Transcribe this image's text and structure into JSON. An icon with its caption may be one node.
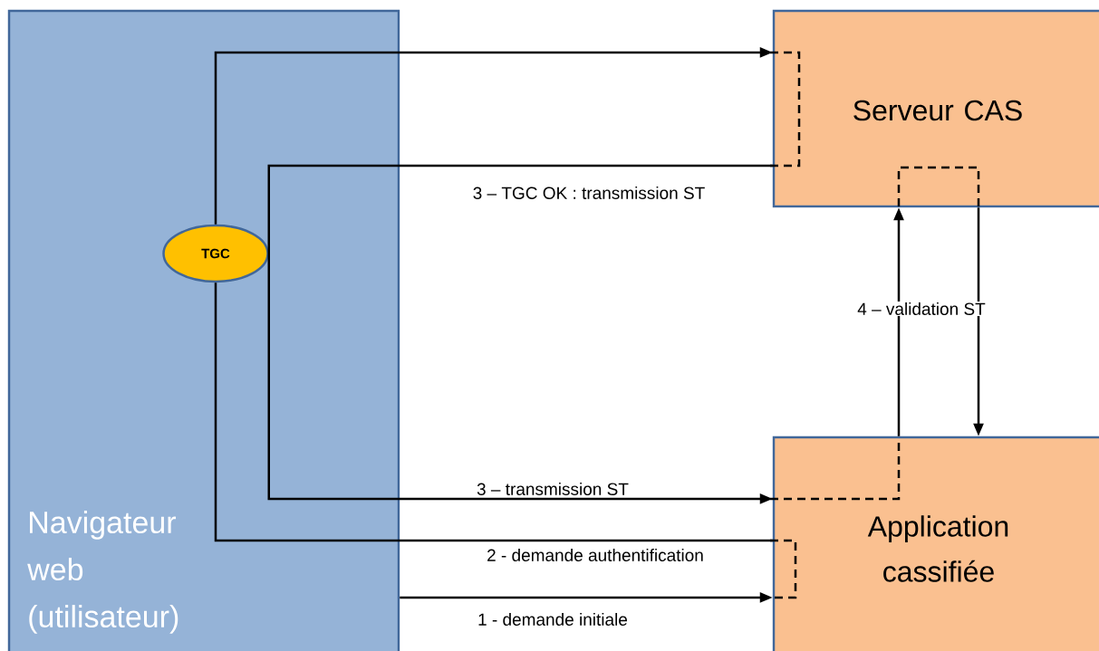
{
  "diagram": {
    "nodes": [
      {
        "text": [
          "Navigateur web (utilisateur)"
        ]
      },
      {
        "text": [
          "TGC"
        ],
        "in": 0
      },
      {
        "text": [
          "Serveur CAS"
        ]
      },
      {
        "text": [
          "Application cassifiée"
        ]
      }
    ],
    "edges": [
      {
        "from": 0,
        "to": 3,
        "arrow": "to",
        "label": "1 - demande initiale"
      },
      {
        "from": 3,
        "to": 1,
        "arrow": "none",
        "label": "2 - demande authentification"
      },
      {
        "from": 1,
        "to": 2,
        "arrow": "to"
      },
      {
        "from": 2,
        "to": 1,
        "arrow": "none",
        "label": "3 – TGC OK : transmission ST"
      },
      {
        "from": 1,
        "to": 3,
        "arrow": "to",
        "label": "3 – transmission ST"
      },
      {
        "from": 3,
        "to": 2,
        "arrow": "to",
        "label": "4 – validation ST"
      },
      {
        "from": 2,
        "to": 3,
        "arrow": "to"
      }
    ]
  }
}
